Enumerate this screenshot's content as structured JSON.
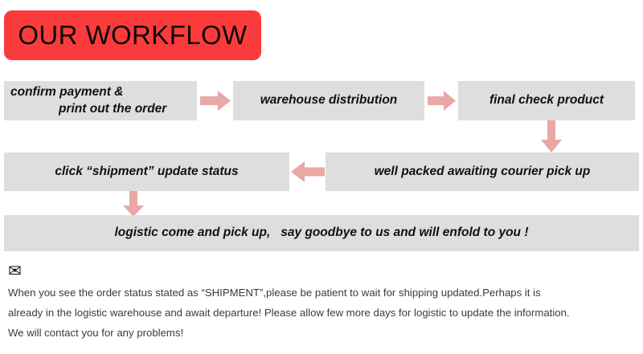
{
  "title": {
    "text": "OUR WORKFLOW",
    "banner_color": "#FB3B3B",
    "text_color": "#0A0A0A"
  },
  "theme": {
    "box_fill": "#DEDEDE",
    "arrow_fill": "#E8A8A4",
    "box_text_color": "#111111",
    "note_text_color": "#3B3B3B",
    "background": "#FFFFFF"
  },
  "flow": {
    "steps": [
      {
        "id": "confirm-payment",
        "line1": "confirm payment &",
        "line2": "print out the order",
        "row": 1
      },
      {
        "id": "warehouse-distribution",
        "label": "warehouse distribution",
        "row": 1
      },
      {
        "id": "final-check-product",
        "label": "final check product",
        "row": 1
      },
      {
        "id": "click-shipment",
        "label": "click “shipment” update status",
        "row": 2
      },
      {
        "id": "well-packed",
        "label": "well packed awaiting courier pick up",
        "row": 2
      },
      {
        "id": "logistic-pickup",
        "label": "logistic come and pick up,   say goodbye to us and will enfold to you !",
        "row": 3
      }
    ],
    "arrows": [
      {
        "id": "arrow-confirm-to-warehouse",
        "direction": "right"
      },
      {
        "id": "arrow-warehouse-to-final",
        "direction": "right"
      },
      {
        "id": "arrow-final-to-packed",
        "direction": "down"
      },
      {
        "id": "arrow-packed-to-click",
        "direction": "left"
      },
      {
        "id": "arrow-click-to-logistic",
        "direction": "down"
      }
    ]
  },
  "note": {
    "icon": "envelope-icon",
    "icon_glyph": "✉",
    "lines": [
      "When you see the order status stated as “SHIPMENT”,please be patient to wait for shipping updated.Perhaps it is",
      "already in the logistic warehouse and await departure! Please allow few more days for logistic to update the information.",
      "We will contact you for any problems!"
    ]
  }
}
